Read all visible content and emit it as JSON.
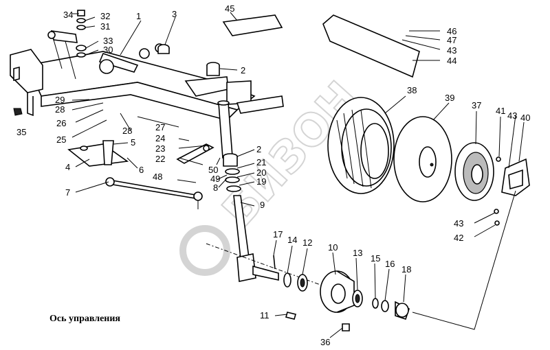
{
  "caption": "Ось управления",
  "watermark": "БИЗОН",
  "callouts": {
    "n1": "1",
    "n2a": "2",
    "n2b": "2",
    "n3": "3",
    "n4": "4",
    "n5": "5",
    "n6": "6",
    "n7": "7",
    "n8": "8",
    "n9": "9",
    "n10": "10",
    "n11": "11",
    "n12": "12",
    "n13": "13",
    "n14": "14",
    "n15": "15",
    "n16": "16",
    "n17": "17",
    "n18": "18",
    "n19": "19",
    "n20": "20",
    "n21": "21",
    "n22": "22",
    "n23": "23",
    "n24": "24",
    "n25": "25",
    "n26": "26",
    "n27": "27",
    "n28a": "28",
    "n28b": "28",
    "n29": "29",
    "n30": "30",
    "n31": "31",
    "n32": "32",
    "n33": "33",
    "n34": "34",
    "n35": "35",
    "n36": "36",
    "n37": "37",
    "n38": "38",
    "n39": "39",
    "n40": "40",
    "n41": "41",
    "n42": "42",
    "n43a": "43",
    "n43b": "43",
    "n43c": "43",
    "n44": "44",
    "n45": "45",
    "n46": "46",
    "n47": "47",
    "n48": "48",
    "n49": "49",
    "n50": "50"
  }
}
